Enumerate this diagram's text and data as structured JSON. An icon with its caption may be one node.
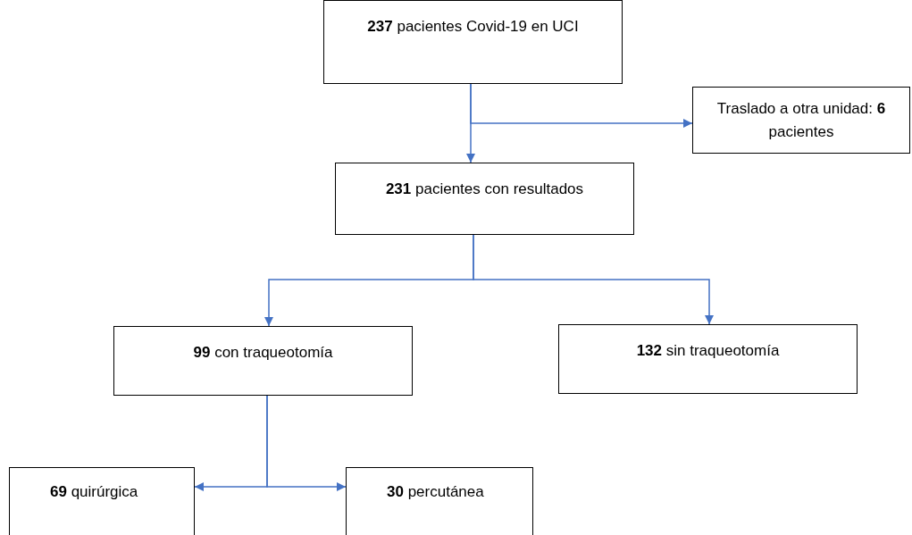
{
  "diagram": {
    "nodes": [
      {
        "text": [
          "**237** pacientes Covid-19 en UCI"
        ]
      },
      {
        "text": [
          "Traslado a otra unidad: **6** pacientes"
        ]
      },
      {
        "text": [
          "**231** pacientes con resultados"
        ]
      },
      {
        "text": [
          "**99** con traqueotomía"
        ]
      },
      {
        "text": [
          "**132** sin traqueotomía"
        ]
      },
      {
        "text": [
          "**69** quirúrgica"
        ]
      },
      {
        "text": [
          "**30** percutánea"
        ]
      }
    ],
    "edges": [
      {
        "from": 0,
        "to": 2,
        "arrow": "to"
      },
      {
        "from": 0,
        "to": 1,
        "arrow": "to"
      },
      {
        "from": 2,
        "to": 3,
        "arrow": "to"
      },
      {
        "from": 2,
        "to": 4,
        "arrow": "to"
      },
      {
        "from": 3,
        "to": 5,
        "arrow": "to"
      },
      {
        "from": 3,
        "to": 6,
        "arrow": "to"
      }
    ]
  }
}
